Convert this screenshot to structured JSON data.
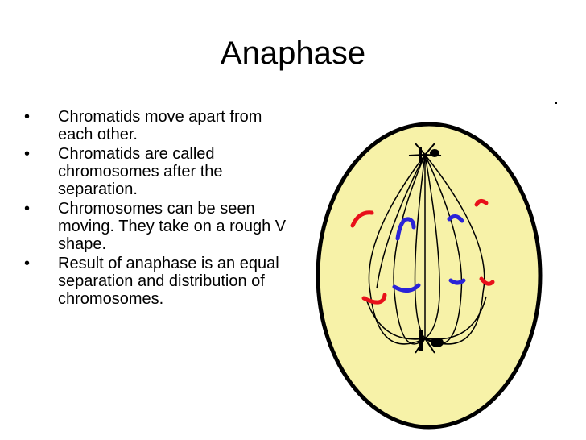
{
  "slide": {
    "title": "Anaphase",
    "bullets": [
      "Chromatids move apart from each other.",
      "Chromatids are called chromosomes after the separation.",
      "Chromosomes can be seen moving. They take on a rough V shape.",
      "Result of anaphase is an equal separation and distribution of chromosomes."
    ]
  },
  "diagram": {
    "cell_fill": "#f7f2a8",
    "outline": "#000000",
    "chromosome_colors": {
      "red": "#e8101a",
      "blue": "#2a23d8"
    }
  }
}
